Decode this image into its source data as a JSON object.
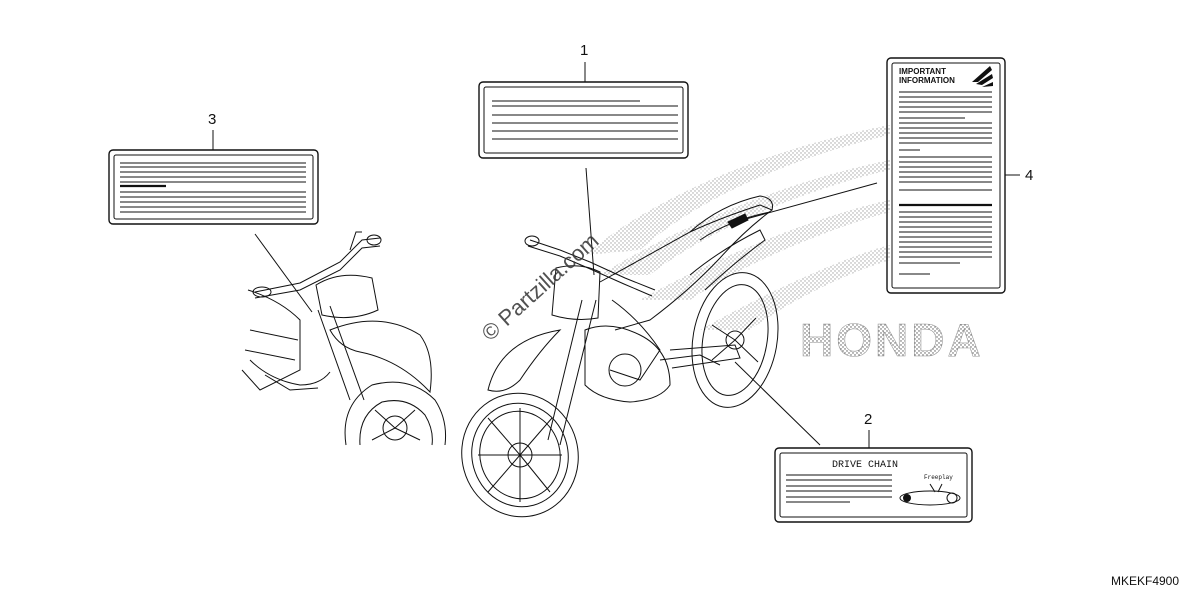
{
  "callouts": [
    {
      "number": "1"
    },
    {
      "number": "2"
    },
    {
      "number": "3"
    },
    {
      "number": "4"
    }
  ],
  "labels": {
    "important_heading_line1": "IMPORTANT",
    "important_heading_line2": "INFORMATION",
    "drive_chain_title": "DRIVE CHAIN",
    "drive_chain_small": "Freeplay"
  },
  "watermark": "© Partzilla.com",
  "brand_text": "HONDA",
  "diagram_code": "MKEKF4900"
}
